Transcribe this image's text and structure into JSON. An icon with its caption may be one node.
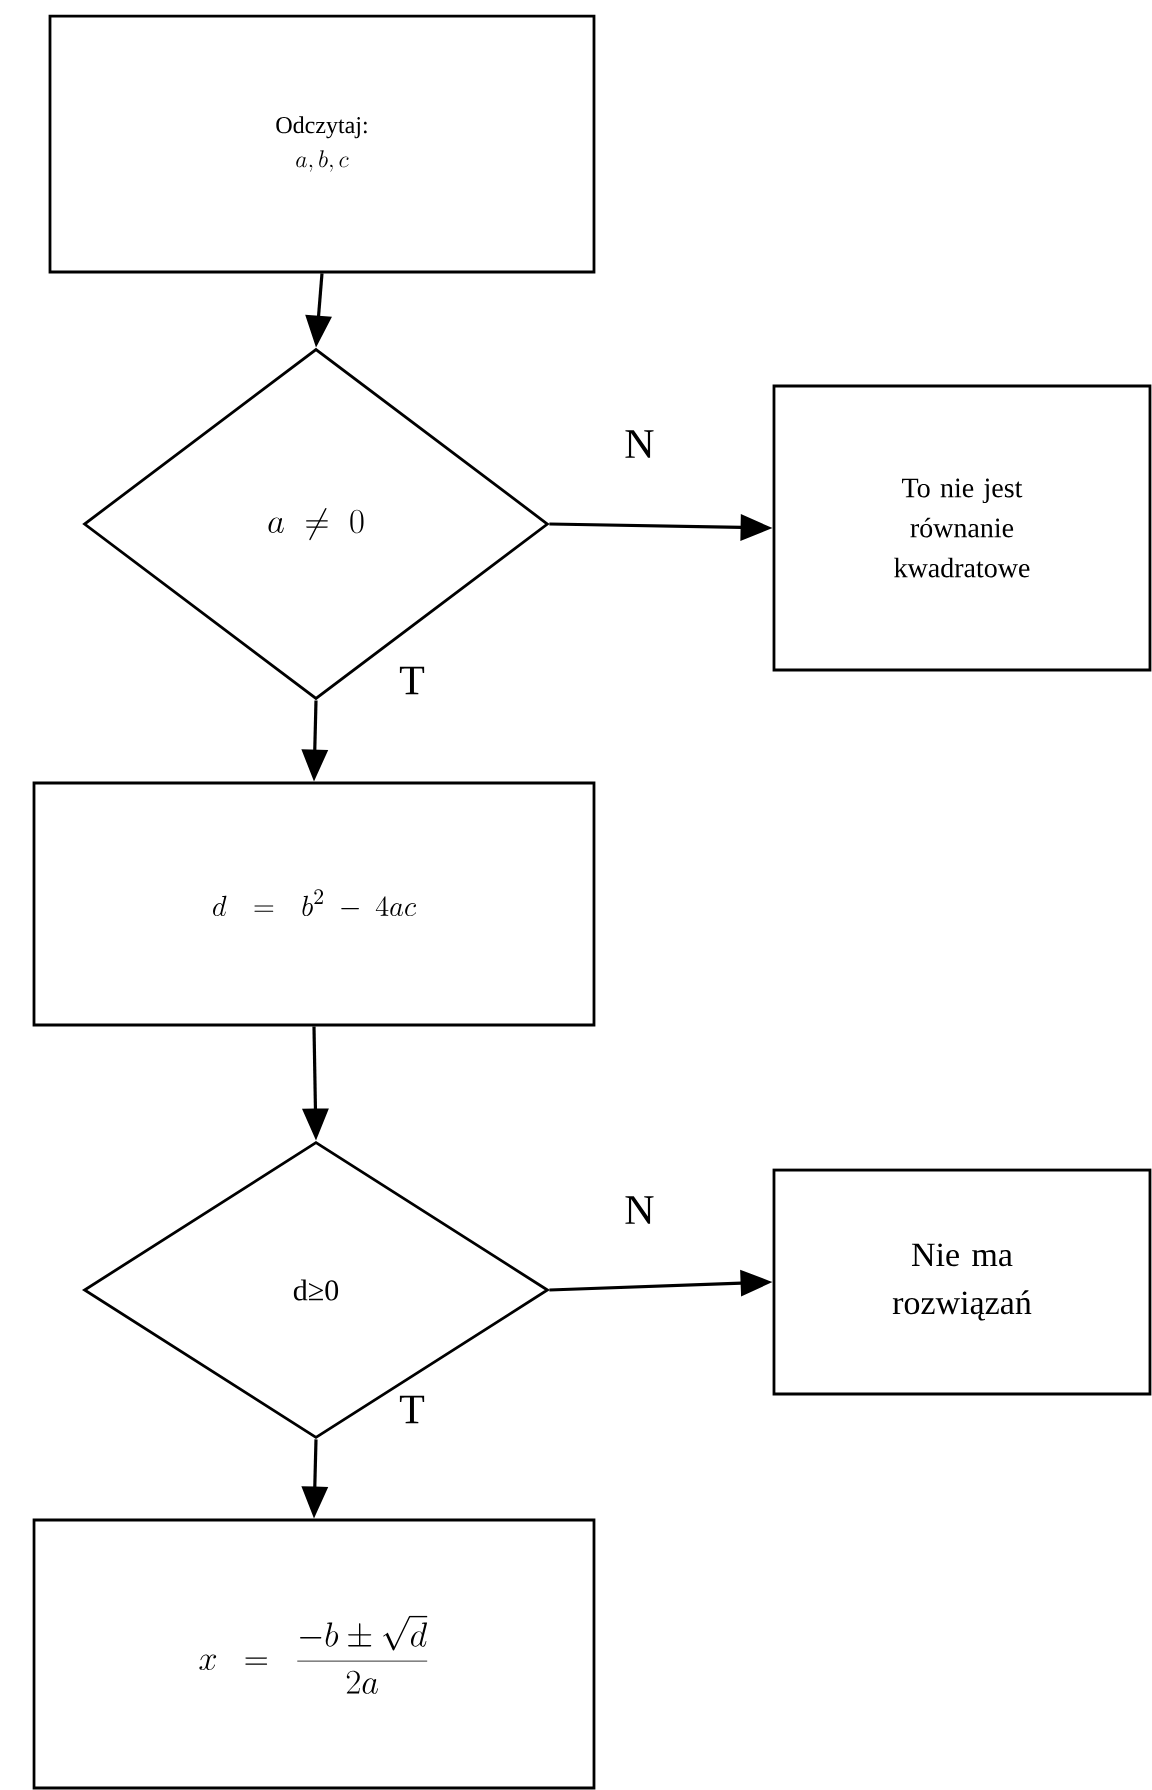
{
  "diagram": {
    "nodes": [
      {
        "text": [
          "Odczytaj:",
          "a,b,c"
        ]
      },
      {
        "text": [
          "a \\neq 0"
        ]
      },
      {
        "text": [
          "To nie jest równanie kwadratowe"
        ]
      },
      {
        "text": [
          "d = b^2 - 4ac"
        ]
      },
      {
        "text": [
          "d≥0"
        ]
      },
      {
        "text": [
          "Nie ma rozwiązań"
        ]
      },
      {
        "text": [
          "x = \\frac{-b \\pm \\sqrt{d}}{2a}"
        ]
      }
    ],
    "edges": [
      {
        "from": 0,
        "to": 1,
        "arrow": "to"
      },
      {
        "from": 1,
        "to": 2,
        "arrow": "to",
        "label": "N"
      },
      {
        "from": 1,
        "to": 3,
        "arrow": "to",
        "label": "T"
      },
      {
        "from": 3,
        "to": 4,
        "arrow": "to"
      },
      {
        "from": 4,
        "to": 5,
        "arrow": "to",
        "label": "N"
      },
      {
        "from": 4,
        "to": 6,
        "arrow": "to",
        "label": "T"
      }
    ]
  }
}
